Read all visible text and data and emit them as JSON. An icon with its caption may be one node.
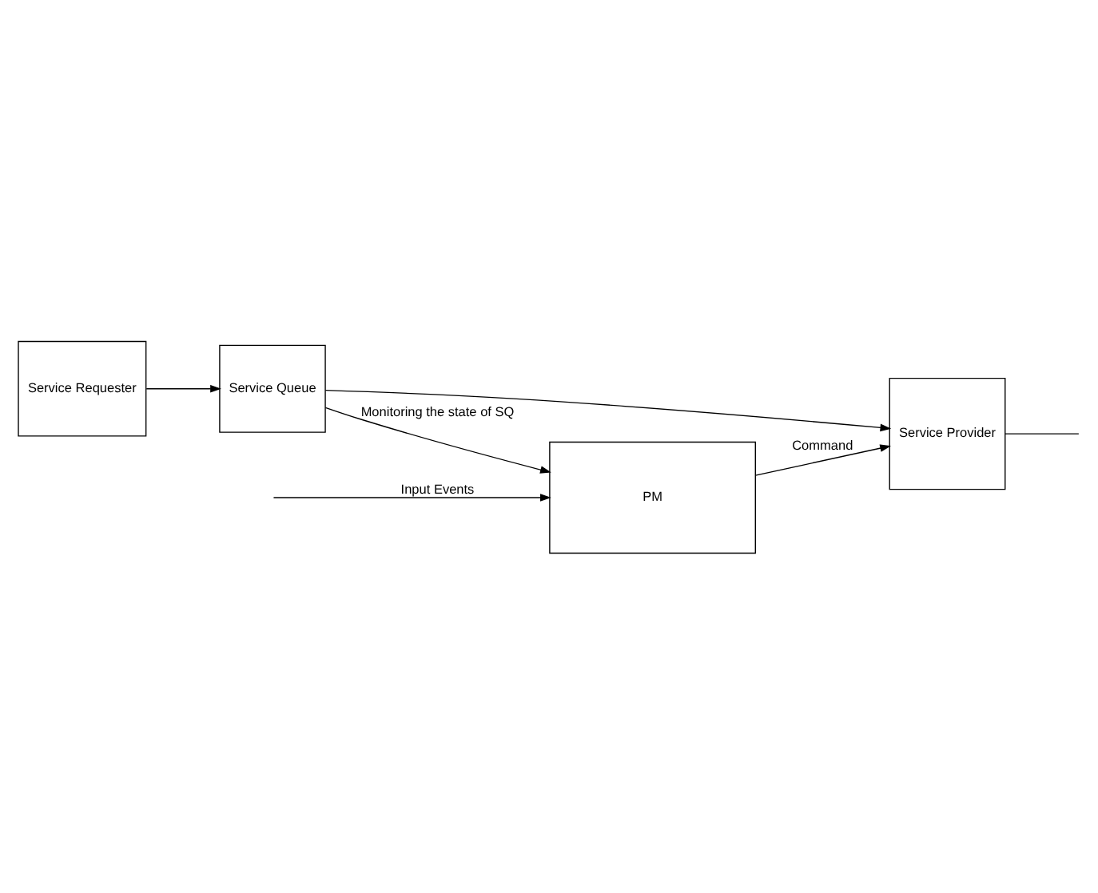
{
  "diagram": {
    "nodes": [
      {
        "text": [
          "PM"
        ]
      },
      {
        "text": [
          "Service Requester"
        ]
      },
      {
        "text": [
          "Service Queue"
        ]
      },
      {
        "text": [
          "Service Provider"
        ]
      }
    ],
    "edges": [
      {
        "from": 1,
        "to": 2,
        "arrow": "to"
      },
      {
        "from": 2,
        "to": 0,
        "arrow": "to",
        "label": "Monitoring the state of SQ"
      },
      {
        "from": 2,
        "to": 3,
        "arrow": "to"
      },
      {
        "from": 0,
        "to": 3,
        "arrow": "to",
        "label": "Command"
      },
      {
        "from": null,
        "to": 0,
        "arrow": "to",
        "label": "Input Events"
      },
      {
        "from": 3,
        "to": null,
        "arrow": "none"
      }
    ]
  }
}
